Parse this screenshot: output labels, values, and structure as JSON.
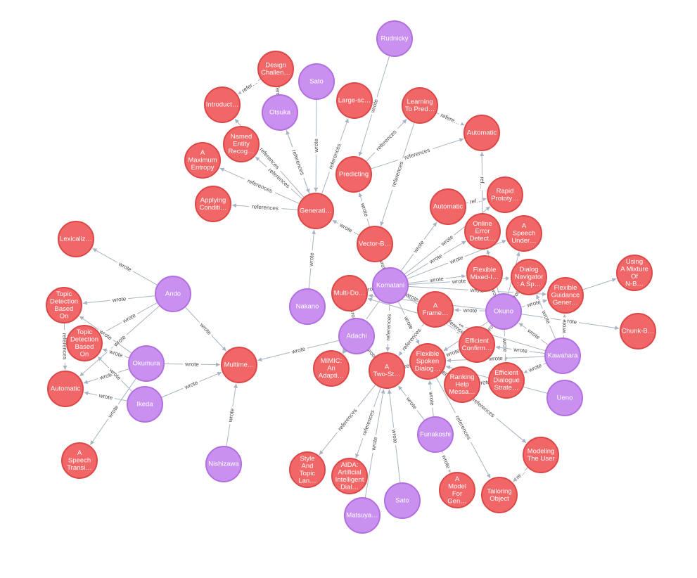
{
  "colors": {
    "paper_fill": "#f16667",
    "paper_stroke": "#dc4848",
    "author_fill": "#c990ef",
    "author_stroke": "#b26fe0",
    "edge": "#a9b4c2",
    "label": "#ffffff"
  },
  "nodes": [
    {
      "id": "rudnicky",
      "type": "author",
      "lines": [
        "Rudnicky"
      ]
    },
    {
      "id": "design",
      "type": "paper",
      "lines": [
        "Design",
        "Challen…"
      ]
    },
    {
      "id": "sato1",
      "type": "author",
      "lines": [
        "Sato"
      ]
    },
    {
      "id": "intro",
      "type": "paper",
      "lines": [
        "Introduct…"
      ]
    },
    {
      "id": "otsuka",
      "type": "author",
      "lines": [
        "Otsuka"
      ]
    },
    {
      "id": "largesc",
      "type": "paper",
      "lines": [
        "Large-sc…"
      ]
    },
    {
      "id": "learning",
      "type": "paper",
      "lines": [
        "Learning",
        "To Pred…"
      ]
    },
    {
      "id": "automatic1",
      "type": "paper",
      "lines": [
        "Automatic"
      ]
    },
    {
      "id": "named",
      "type": "paper",
      "lines": [
        "Named",
        "Entity",
        "Recog…"
      ]
    },
    {
      "id": "maxent",
      "type": "paper",
      "lines": [
        "A",
        "Maximum",
        "Entropy"
      ]
    },
    {
      "id": "predicting",
      "type": "paper",
      "lines": [
        "Predicting"
      ]
    },
    {
      "id": "applying",
      "type": "paper",
      "lines": [
        "Applying",
        "Conditi…"
      ]
    },
    {
      "id": "generati",
      "type": "paper",
      "lines": [
        "Generati…"
      ]
    },
    {
      "id": "rapid",
      "type": "paper",
      "lines": [
        "Rapid",
        "Prototy…"
      ]
    },
    {
      "id": "automatic2",
      "type": "paper",
      "lines": [
        "Automatic"
      ]
    },
    {
      "id": "online",
      "type": "paper",
      "lines": [
        "Online",
        "Error",
        "Detect…"
      ]
    },
    {
      "id": "speechunder",
      "type": "paper",
      "lines": [
        "A",
        "Speech",
        "Under…"
      ]
    },
    {
      "id": "vectorb",
      "type": "paper",
      "lines": [
        "Vector-B…"
      ]
    },
    {
      "id": "lexicaliz",
      "type": "paper",
      "lines": [
        "Lexicaliz…"
      ]
    },
    {
      "id": "usingmix",
      "type": "paper",
      "lines": [
        "Using",
        "A Mixture",
        "Of",
        "N-B…"
      ]
    },
    {
      "id": "flexmixed",
      "type": "paper",
      "lines": [
        "Flexible",
        "Mixed-I…"
      ]
    },
    {
      "id": "dialognav",
      "type": "paper",
      "lines": [
        "Dialog",
        "Navigator",
        ": A Sp…"
      ]
    },
    {
      "id": "flexguid",
      "type": "paper",
      "lines": [
        "Flexible",
        "Guidance",
        "Gener…"
      ]
    },
    {
      "id": "ando",
      "type": "author",
      "lines": [
        "Ando"
      ]
    },
    {
      "id": "komatani",
      "type": "author",
      "lines": [
        "Komatani"
      ]
    },
    {
      "id": "multido",
      "type": "paper",
      "lines": [
        "Multi-Do…"
      ]
    },
    {
      "id": "nakano",
      "type": "author",
      "lines": [
        "Nakano"
      ]
    },
    {
      "id": "topic1",
      "type": "paper",
      "lines": [
        "Topic",
        "Detection",
        "Based",
        "On"
      ]
    },
    {
      "id": "aframe",
      "type": "paper",
      "lines": [
        "A",
        "Frame…"
      ]
    },
    {
      "id": "okuno",
      "type": "author",
      "lines": [
        "Okuno"
      ]
    },
    {
      "id": "chunkb",
      "type": "paper",
      "lines": [
        "Chunk-B…"
      ]
    },
    {
      "id": "adachi",
      "type": "author",
      "lines": [
        "Adachi"
      ]
    },
    {
      "id": "topic2",
      "type": "paper",
      "lines": [
        "Topic",
        "Detection",
        "Based",
        "On"
      ]
    },
    {
      "id": "efficonf",
      "type": "paper",
      "lines": [
        "Efficient",
        "Confirm…"
      ]
    },
    {
      "id": "kawahara",
      "type": "author",
      "lines": [
        "Kawahara"
      ]
    },
    {
      "id": "okumura",
      "type": "author",
      "lines": [
        "Okumura"
      ]
    },
    {
      "id": "multime",
      "type": "paper",
      "lines": [
        "Multime…"
      ]
    },
    {
      "id": "mimic",
      "type": "paper",
      "lines": [
        "MIMIC:",
        "An",
        "Adapti…"
      ]
    },
    {
      "id": "twost",
      "type": "paper",
      "lines": [
        "A",
        "Two-St…"
      ]
    },
    {
      "id": "flexspoken",
      "type": "paper",
      "lines": [
        "Flexible",
        "Spoken",
        "Dialog…"
      ]
    },
    {
      "id": "effdialogue",
      "type": "paper",
      "lines": [
        "Efficient",
        "Dialogue",
        "Strate…"
      ]
    },
    {
      "id": "automatic3",
      "type": "paper",
      "lines": [
        "Automatic"
      ]
    },
    {
      "id": "ranking",
      "type": "paper",
      "lines": [
        "Ranking",
        "Help",
        "Messa…"
      ]
    },
    {
      "id": "ikeda",
      "type": "author",
      "lines": [
        "Ikeda"
      ]
    },
    {
      "id": "ueno",
      "type": "author",
      "lines": [
        "Ueno"
      ]
    },
    {
      "id": "funakoshi",
      "type": "author",
      "lines": [
        "Funakoshi"
      ]
    },
    {
      "id": "modeling",
      "type": "paper",
      "lines": [
        "Modeling",
        "The User"
      ]
    },
    {
      "id": "speechtrans",
      "type": "paper",
      "lines": [
        "A",
        "Speech",
        "Transi…"
      ]
    },
    {
      "id": "nishizawa",
      "type": "author",
      "lines": [
        "Nishizawa"
      ]
    },
    {
      "id": "styletopic",
      "type": "paper",
      "lines": [
        "Style",
        "And",
        "Topic",
        "Lan…"
      ]
    },
    {
      "id": "aida",
      "type": "paper",
      "lines": [
        "AIDA:",
        "Artificial",
        "Intelligent",
        "Dial…"
      ]
    },
    {
      "id": "modelfor",
      "type": "paper",
      "lines": [
        "A",
        "Model",
        "For",
        "Gen…"
      ]
    },
    {
      "id": "tailoring",
      "type": "paper",
      "lines": [
        "Tailoring",
        "Object"
      ]
    },
    {
      "id": "sato2",
      "type": "author",
      "lines": [
        "Sato"
      ]
    },
    {
      "id": "matsuya",
      "type": "author",
      "lines": [
        "Matsuya…"
      ]
    }
  ],
  "edges": [
    {
      "from": "rudnicky",
      "to": "predicting",
      "label": "wrote"
    },
    {
      "from": "otsuka",
      "to": "design",
      "label": "refere…"
    },
    {
      "from": "design",
      "to": "intro",
      "label": "refer…"
    },
    {
      "from": "sato1",
      "to": "generati",
      "label": "wrote"
    },
    {
      "from": "otsuka",
      "to": "generati",
      "label": "wrote"
    },
    {
      "from": "generati",
      "to": "otsuka",
      "label": "references"
    },
    {
      "from": "generati",
      "to": "largesc",
      "label": "references"
    },
    {
      "from": "generati",
      "to": "named",
      "label": "references"
    },
    {
      "from": "generati",
      "to": "intro",
      "label": "references"
    },
    {
      "from": "generati",
      "to": "maxent",
      "label": "references"
    },
    {
      "from": "generati",
      "to": "applying",
      "label": "references"
    },
    {
      "from": "predicting",
      "to": "learning",
      "label": "references"
    },
    {
      "from": "predicting",
      "to": "automatic1",
      "label": "references"
    },
    {
      "from": "learning",
      "to": "automatic1",
      "label": "refere…"
    },
    {
      "from": "learning",
      "to": "vectorb",
      "label": "references"
    },
    {
      "from": "vectorb",
      "to": "predicting",
      "label": "wrote"
    },
    {
      "from": "vectorb",
      "to": "generati",
      "label": "wrote"
    },
    {
      "from": "nakano",
      "to": "generati",
      "label": "wrote"
    },
    {
      "from": "komatani",
      "to": "vectorb",
      "label": "wrote"
    },
    {
      "from": "komatani",
      "to": "automatic2",
      "label": "wrote"
    },
    {
      "from": "komatani",
      "to": "online",
      "label": "wrote"
    },
    {
      "from": "komatani",
      "to": "rapid",
      "label": "wrote"
    },
    {
      "from": "komatani",
      "to": "speechunder",
      "label": "wrote"
    },
    {
      "from": "komatani",
      "to": "flexmixed",
      "label": "wrote"
    },
    {
      "from": "komatani",
      "to": "dialognav",
      "label": "wrote"
    },
    {
      "from": "komatani",
      "to": "flexguid",
      "label": "wrote"
    },
    {
      "from": "komatani",
      "to": "multido",
      "label": "wrote"
    },
    {
      "from": "komatani",
      "to": "aframe",
      "label": "wrote"
    },
    {
      "from": "komatani",
      "to": "efficonf",
      "label": "wrote"
    },
    {
      "from": "komatani",
      "to": "flexspoken",
      "label": "wrote"
    },
    {
      "from": "komatani",
      "to": "twost",
      "label": "references"
    },
    {
      "from": "komatani",
      "to": "mimic",
      "label": "wrote"
    },
    {
      "from": "automatic2",
      "to": "rapid",
      "label": "ref…"
    },
    {
      "from": "online",
      "to": "automatic1",
      "label": "ref…"
    },
    {
      "from": "okuno",
      "to": "flexguid",
      "label": "wrote"
    },
    {
      "from": "okuno",
      "to": "chunkb",
      "label": "wrote"
    },
    {
      "from": "okuno",
      "to": "dialognav",
      "label": "wrote"
    },
    {
      "from": "okuno",
      "to": "speechunder",
      "label": "wrote"
    },
    {
      "from": "okuno",
      "to": "online",
      "label": "wrote"
    },
    {
      "from": "okuno",
      "to": "flexmixed",
      "label": "wrote"
    },
    {
      "from": "okuno",
      "to": "efficonf",
      "label": "wrote"
    },
    {
      "from": "okuno",
      "to": "effdialogue",
      "label": "wrote"
    },
    {
      "from": "okuno",
      "to": "aframe",
      "label": "wrote"
    },
    {
      "from": "okuno",
      "to": "flexspoken",
      "label": "wrote"
    },
    {
      "from": "okuno",
      "to": "multido",
      "label": "wrote"
    },
    {
      "from": "flexguid",
      "to": "usingmix",
      "label": ""
    },
    {
      "from": "kawahara",
      "to": "flexguid",
      "label": "wrote"
    },
    {
      "from": "kawahara",
      "to": "dialognav",
      "label": "wrote"
    },
    {
      "from": "kawahara",
      "to": "okuno",
      "label": "wrote"
    },
    {
      "from": "kawahara",
      "to": "efficonf",
      "label": "wrote"
    },
    {
      "from": "kawahara",
      "to": "effdialogue",
      "label": "wrote"
    },
    {
      "from": "kawahara",
      "to": "flexspoken",
      "label": "wrote"
    },
    {
      "from": "kawahara",
      "to": "multido",
      "label": "wrote"
    },
    {
      "from": "ueno",
      "to": "flexspoken",
      "label": "wrote"
    },
    {
      "from": "adachi",
      "to": "multime",
      "label": "wrote"
    },
    {
      "from": "adachi",
      "to": "twost",
      "label": "wrote"
    },
    {
      "from": "adachi",
      "to": "multido",
      "label": "wrote"
    },
    {
      "from": "adachi",
      "to": "mimic",
      "label": ""
    },
    {
      "from": "aframe",
      "to": "twost",
      "label": "references"
    },
    {
      "from": "aframe",
      "to": "efficonf",
      "label": "references"
    },
    {
      "from": "flexspoken",
      "to": "twost",
      "label": "references"
    },
    {
      "from": "efficonf",
      "to": "flexspoken",
      "label": "wrote"
    },
    {
      "from": "flexspoken",
      "to": "ranking",
      "label": "references"
    },
    {
      "from": "ranking",
      "to": "effdialogue",
      "label": "wrote"
    },
    {
      "from": "flexspoken",
      "to": "tailoring",
      "label": "references"
    },
    {
      "from": "flexspoken",
      "to": "modeling",
      "label": "references"
    },
    {
      "from": "modeling",
      "to": "tailoring",
      "label": "re…"
    },
    {
      "from": "twost",
      "to": "styletopic",
      "label": "references"
    },
    {
      "from": "twost",
      "to": "aida",
      "label": "references"
    },
    {
      "from": "matsuya",
      "to": "twost",
      "label": "wrote"
    },
    {
      "from": "sato2",
      "to": "twost",
      "label": "wrote"
    },
    {
      "from": "funakoshi",
      "to": "twost",
      "label": "wrote"
    },
    {
      "from": "funakoshi",
      "to": "modelfor",
      "label": "wrote"
    },
    {
      "from": "funakoshi",
      "to": "flexspoken",
      "label": "wrote"
    },
    {
      "from": "ando",
      "to": "lexicaliz",
      "label": "wrote"
    },
    {
      "from": "ando",
      "to": "topic1",
      "label": "wrote"
    },
    {
      "from": "ando",
      "to": "topic2",
      "label": "wrote"
    },
    {
      "from": "ando",
      "to": "automatic3",
      "label": "wrote"
    },
    {
      "from": "ando",
      "to": "multime",
      "label": "wrote"
    },
    {
      "from": "topic1",
      "to": "automatic3",
      "label": "references"
    },
    {
      "from": "okumura",
      "to": "topic1",
      "label": "wrote"
    },
    {
      "from": "okumura",
      "to": "topic2",
      "label": "wrote"
    },
    {
      "from": "okumura",
      "to": "automatic3",
      "label": "wrote"
    },
    {
      "from": "okumura",
      "to": "multime",
      "label": "wrote"
    },
    {
      "from": "okumura",
      "to": "speechtrans",
      "label": "wrote"
    },
    {
      "from": "ikeda",
      "to": "topic2",
      "label": "wrote"
    },
    {
      "from": "ikeda",
      "to": "automatic3",
      "label": "wrote"
    },
    {
      "from": "ikeda",
      "to": "multime",
      "label": "wrote"
    },
    {
      "from": "nishizawa",
      "to": "multime",
      "label": "wrote"
    }
  ]
}
